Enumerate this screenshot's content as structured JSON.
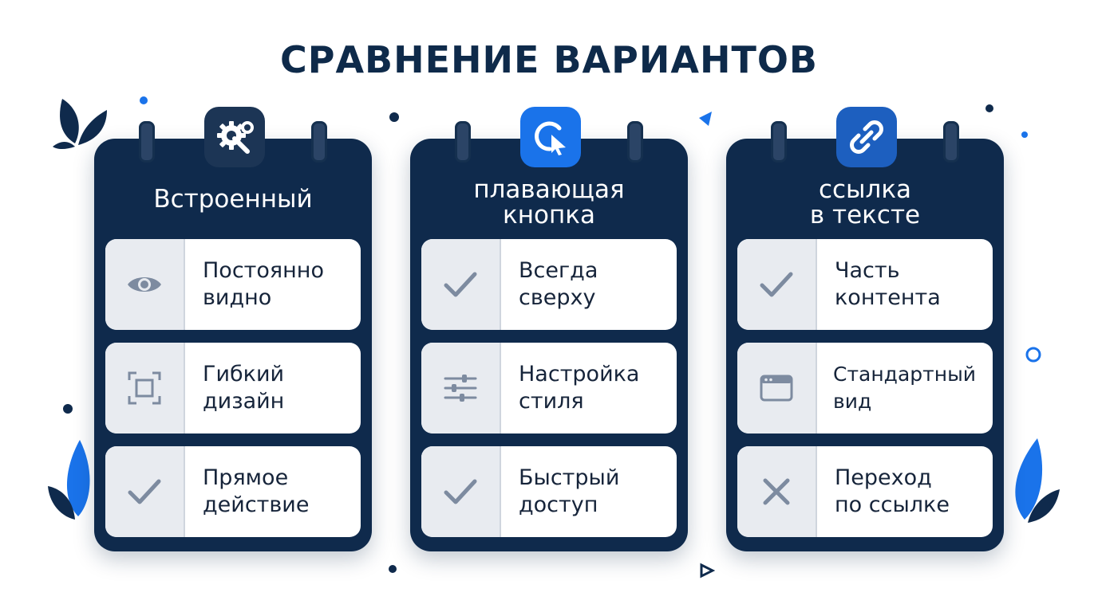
{
  "title": "СРАВНЕНИЕ ВАРИАНТОВ",
  "colors": {
    "navy": "#0f2a4c",
    "accent": "#1a73ea",
    "icon_gray": "#7d8ba0"
  },
  "cards": [
    {
      "title": "Встроенный",
      "badge_icon": "gear-wrench-icon",
      "rows": [
        {
          "icon": "eye-icon",
          "text": "Постоянно\nвидно"
        },
        {
          "icon": "resize-frame-icon",
          "text": "Гибкий\nдизайн"
        },
        {
          "icon": "check-icon",
          "text": "Прямое\nдействие"
        }
      ]
    },
    {
      "title": "плавающая\nкнопка",
      "badge_icon": "cursor-refresh-icon",
      "rows": [
        {
          "icon": "check-icon",
          "text": "Всегда\nсверху"
        },
        {
          "icon": "sliders-icon",
          "text": "Настройка\nстиля"
        },
        {
          "icon": "check-icon",
          "text": "Быстрый\nдоступ"
        }
      ]
    },
    {
      "title": "ссылка\nв тексте",
      "badge_icon": "link-icon",
      "rows": [
        {
          "icon": "check-icon",
          "text": "Часть\nконтента"
        },
        {
          "icon": "browser-window-icon",
          "text": "Стандартный\nвид"
        },
        {
          "icon": "cross-icon",
          "text": "Переход\nпо ссылке"
        }
      ]
    }
  ]
}
